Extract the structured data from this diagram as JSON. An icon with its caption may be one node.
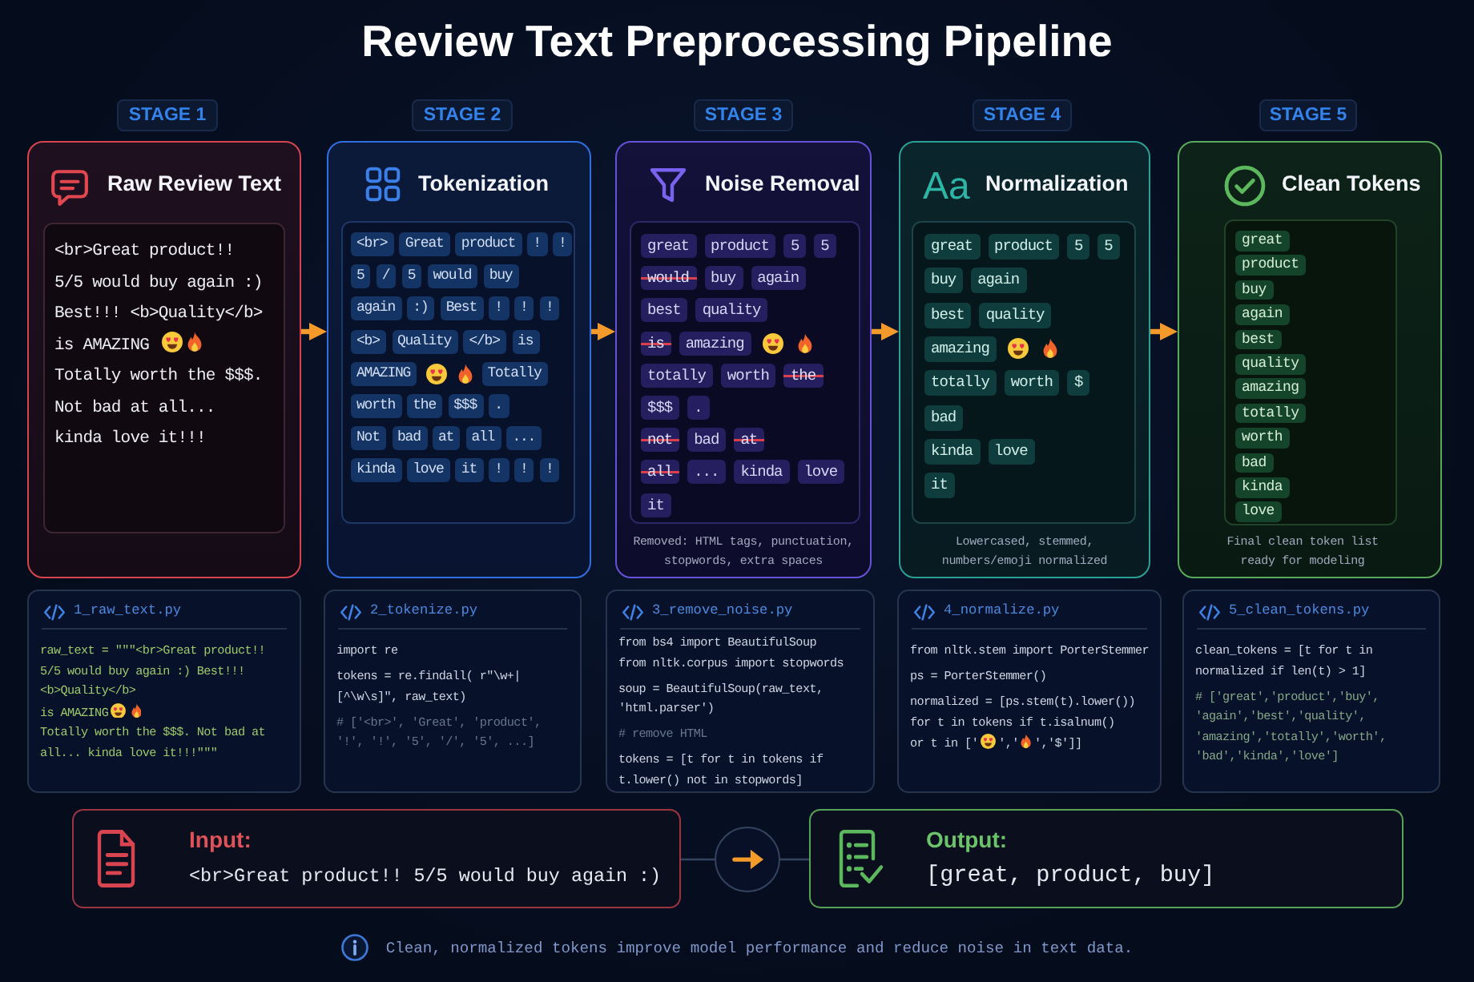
{
  "diagram": {
    "title": "Review Text Preprocessing Pipeline",
    "caption": "Clean, normalized tokens improve model performance and reduce noise in text data.",
    "nodes": [
      {
        "text": [
          "STAGE 1"
        ]
      },
      {
        "text": [
          "Raw Review Text",
          "<br>Great product!! 5/5 would buy again :) Best!!! <b>Quality</b>",
          "is AMAZING",
          "Totally worth the $$$. Not bad at all... kinda love it!!!"
        ]
      },
      {
        "text": [
          "STAGE 2"
        ]
      },
      {
        "text": [
          "Tokenization"
        ]
      },
      {
        "text": [
          "<br>"
        ],
        "in": 3
      },
      {
        "text": [
          "Great"
        ],
        "in": 3
      },
      {
        "text": [
          "product"
        ],
        "in": 3
      },
      {
        "text": [
          "!"
        ],
        "in": 3
      },
      {
        "text": [
          "!"
        ],
        "in": 3
      },
      {
        "text": [
          "5"
        ],
        "in": 3
      },
      {
        "text": [
          "/"
        ],
        "in": 3
      },
      {
        "text": [
          "5"
        ],
        "in": 3
      },
      {
        "text": [
          "would"
        ],
        "in": 3
      },
      {
        "text": [
          "buy"
        ],
        "in": 3
      },
      {
        "text": [
          "again"
        ],
        "in": 3
      },
      {
        "text": [
          ":)"
        ],
        "in": 3
      },
      {
        "text": [
          "Best"
        ],
        "in": 3
      },
      {
        "text": [
          "!"
        ],
        "in": 3
      },
      {
        "text": [
          "!"
        ],
        "in": 3
      },
      {
        "text": [
          "!"
        ],
        "in": 3
      },
      {
        "text": [
          "<b>"
        ],
        "in": 3
      },
      {
        "text": [
          "Quality"
        ],
        "in": 3
      },
      {
        "text": [
          "</b>"
        ],
        "in": 3
      },
      {
        "text": [
          "is"
        ],
        "in": 3
      },
      {
        "text": [
          "AMAZING"
        ],
        "in": 3
      },
      {
        "text": [
          "Totally"
        ],
        "in": 3
      },
      {
        "text": [
          "worth"
        ],
        "in": 3
      },
      {
        "text": [
          "the"
        ],
        "in": 3
      },
      {
        "text": [
          "$$$"
        ],
        "in": 3
      },
      {
        "text": [
          "."
        ],
        "in": 3
      },
      {
        "text": [
          "Not"
        ],
        "in": 3
      },
      {
        "text": [
          "bad"
        ],
        "in": 3
      },
      {
        "text": [
          "at"
        ],
        "in": 3
      },
      {
        "text": [
          "all"
        ],
        "in": 3
      },
      {
        "text": [
          "..."
        ],
        "in": 3
      },
      {
        "text": [
          "kinda"
        ],
        "in": 3
      },
      {
        "text": [
          "love"
        ],
        "in": 3
      },
      {
        "text": [
          "it"
        ],
        "in": 3
      },
      {
        "text": [
          "!"
        ],
        "in": 3
      },
      {
        "text": [
          "!"
        ],
        "in": 3
      },
      {
        "text": [
          "!"
        ],
        "in": 3
      },
      {
        "text": [
          "STAGE 3"
        ]
      },
      {
        "text": [
          "Noise Removal",
          "Removed: HTML tags, punctuation, stopwords, extra spaces"
        ]
      },
      {
        "text": [
          "great"
        ],
        "in": 42
      },
      {
        "text": [
          "product"
        ],
        "in": 42
      },
      {
        "text": [
          "5"
        ],
        "in": 42
      },
      {
        "text": [
          "5"
        ],
        "in": 42
      },
      {
        "text": [
          "would"
        ],
        "in": 42
      },
      {
        "text": [
          "buy"
        ],
        "in": 42
      },
      {
        "text": [
          "again"
        ],
        "in": 42
      },
      {
        "text": [
          "best"
        ],
        "in": 42
      },
      {
        "text": [
          "quality"
        ],
        "in": 42
      },
      {
        "text": [
          "is"
        ],
        "in": 42
      },
      {
        "text": [
          "amazing"
        ],
        "in": 42
      },
      {
        "text": [
          "totally"
        ],
        "in": 42
      },
      {
        "text": [
          "worth"
        ],
        "in": 42
      },
      {
        "text": [
          "the"
        ],
        "in": 42
      },
      {
        "text": [
          "$$$"
        ],
        "in": 42
      },
      {
        "text": [
          "."
        ],
        "in": 42
      },
      {
        "text": [
          "not"
        ],
        "in": 42
      },
      {
        "text": [
          "bad"
        ],
        "in": 42
      },
      {
        "text": [
          "at"
        ],
        "in": 42
      },
      {
        "text": [
          "all"
        ],
        "in": 42
      },
      {
        "text": [
          "..."
        ],
        "in": 42
      },
      {
        "text": [
          "kinda"
        ],
        "in": 42
      },
      {
        "text": [
          "love"
        ],
        "in": 42
      },
      {
        "text": [
          "it"
        ],
        "in": 42
      },
      {
        "text": [
          "STAGE 4"
        ]
      },
      {
        "text": [
          "Aa",
          "Normalization",
          "Lowercased, stemmed, numbers/emoji normalized"
        ]
      },
      {
        "text": [
          "great"
        ],
        "in": 68
      },
      {
        "text": [
          "product"
        ],
        "in": 68
      },
      {
        "text": [
          "5"
        ],
        "in": 68
      },
      {
        "text": [
          "5"
        ],
        "in": 68
      },
      {
        "text": [
          "buy"
        ],
        "in": 68
      },
      {
        "text": [
          "again"
        ],
        "in": 68
      },
      {
        "text": [
          "best"
        ],
        "in": 68
      },
      {
        "text": [
          "quality"
        ],
        "in": 68
      },
      {
        "text": [
          "amazing"
        ],
        "in": 68
      },
      {
        "text": [
          "totally"
        ],
        "in": 68
      },
      {
        "text": [
          "worth"
        ],
        "in": 68
      },
      {
        "text": [
          "$"
        ],
        "in": 68
      },
      {
        "text": [
          "bad"
        ],
        "in": 68
      },
      {
        "text": [
          "kinda"
        ],
        "in": 68
      },
      {
        "text": [
          "love"
        ],
        "in": 68
      },
      {
        "text": [
          "it"
        ],
        "in": 68
      },
      {
        "text": [
          "STAGE 5"
        ]
      },
      {
        "text": [
          "Clean Tokens",
          "Final clean token list ready for modeling"
        ]
      },
      {
        "text": [
          "great"
        ],
        "in": 86
      },
      {
        "text": [
          "product"
        ],
        "in": 86
      },
      {
        "text": [
          "buy"
        ],
        "in": 86
      },
      {
        "text": [
          "again"
        ],
        "in": 86
      },
      {
        "text": [
          "best"
        ],
        "in": 86
      },
      {
        "text": [
          "quality"
        ],
        "in": 86
      },
      {
        "text": [
          "amazing"
        ],
        "in": 86
      },
      {
        "text": [
          "totally"
        ],
        "in": 86
      },
      {
        "text": [
          "worth"
        ],
        "in": 86
      },
      {
        "text": [
          "bad"
        ],
        "in": 86
      },
      {
        "text": [
          "kinda"
        ],
        "in": 86
      },
      {
        "text": [
          "love"
        ],
        "in": 86
      },
      {
        "text": [
          "1_raw_text.py",
          "raw_text = \"\"\"<br>Great product!! 5/5 would buy again :) Best!!! <b>Quality</b>",
          "is AMAZING",
          "Totally worth the $$$. Not bad at all... kinda love it!!!\"\"\""
        ]
      },
      {
        "text": [
          "2_tokenize.py",
          "import re",
          "tokens = re.findall( r\"\\w+|[^\\w\\s]\", raw_text)",
          "# ['<br>', 'Great', 'product', '!', '!', '5', '/', '5', ...]"
        ]
      },
      {
        "text": [
          "3_remove_noise.py",
          "from bs4 import BeautifulSoup",
          "from nltk.corpus import stopwords",
          "soup = BeautifulSoup(raw_text, 'html.parser')",
          "# remove HTML",
          "tokens = [t for t in tokens if t.lower() not in stopwords]"
        ]
      },
      {
        "text": [
          "4_normalize.py",
          "from nltk.stem import PorterStemmer",
          "ps = PorterStemmer()",
          "normalized = [ps.stem(t).lower()) for t in tokens if t.isalnum()",
          "or t in ['",
          "','",
          "','$']]"
        ]
      },
      {
        "text": [
          "5_clean_tokens.py",
          "clean_tokens = [t for t in normalized if len(t) > 1]",
          "# ['great','product','buy', 'again','best','quality', 'amazing','totally','worth', 'bad','kinda','love']"
        ]
      },
      {
        "text": [
          "Input:",
          "<br>Great product!! 5/5 would buy again :)"
        ]
      },
      {
        "text": [],
        "shape": "circle"
      },
      {
        "text": [
          "Output:",
          "[great, product, buy]"
        ]
      }
    ],
    "edges": [
      {
        "from": 1,
        "to": 3,
        "arrow": "to"
      },
      {
        "from": 3,
        "to": 42,
        "arrow": "to"
      },
      {
        "from": 42,
        "to": 68,
        "arrow": "to"
      },
      {
        "from": 68,
        "to": 86,
        "arrow": "to"
      },
      {
        "from": 104,
        "to": 105,
        "arrow": "none",
        "color": "#34435f"
      },
      {
        "from": 105,
        "to": 106,
        "arrow": "none",
        "color": "#34435f"
      }
    ]
  }
}
